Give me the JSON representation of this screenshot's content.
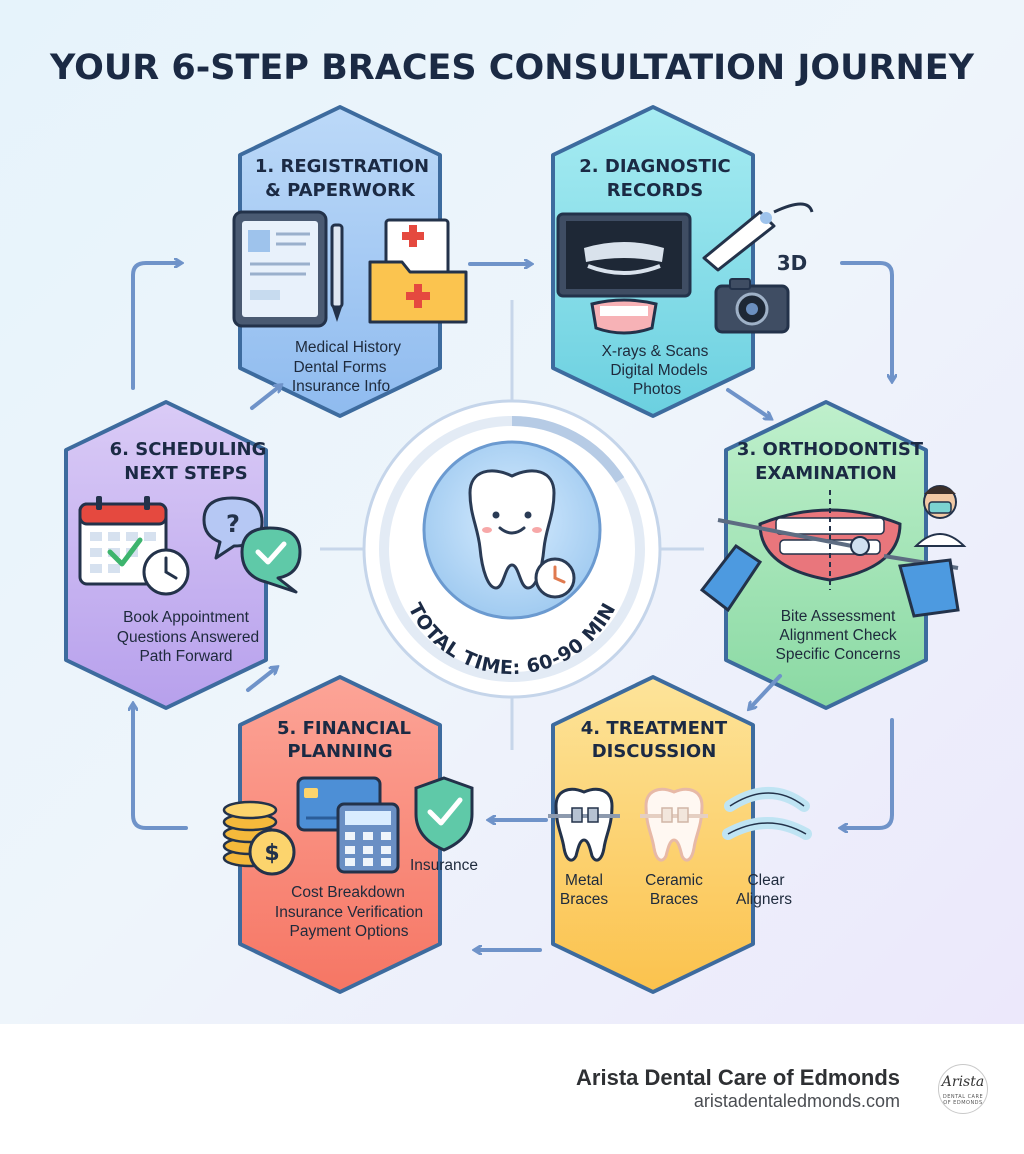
{
  "title": "YOUR 6-STEP BRACES CONSULTATION JOURNEY",
  "center": {
    "total_time": "TOTAL TIME: 60-90 MIN"
  },
  "steps": [
    {
      "title_lines": [
        "1. REGISTRATION",
        "& PAPERWORK"
      ],
      "items": [
        "Medical History",
        "Dental Forms",
        "Insurance Info"
      ],
      "color": "#a9cdf4"
    },
    {
      "title_lines": [
        "2. DIAGNOSTIC",
        "RECORDS"
      ],
      "items": [
        "X-rays & Scans",
        "Digital Models",
        "Photos"
      ],
      "icon_label": "3D",
      "color": "#8fe0ea"
    },
    {
      "title_lines": [
        "3. ORTHODONTIST",
        "EXAMINATION"
      ],
      "items": [
        "Bite Assessment",
        "Alignment Check",
        "Specific Concerns"
      ],
      "color": "#a3e3b6"
    },
    {
      "title_lines": [
        "4. TREATMENT",
        "DISCUSSION"
      ],
      "options": [
        [
          "Metal",
          "Braces"
        ],
        [
          "Ceramic",
          "Braces"
        ],
        [
          "Clear",
          "Aligners"
        ]
      ],
      "color": "#fcd46d"
    },
    {
      "title_lines": [
        "5. FINANCIAL",
        "PLANNING"
      ],
      "items": [
        "Cost Breakdown",
        "Insurance Verification",
        "Payment Options"
      ],
      "icon_label": "Insurance",
      "color": "#fa8f80"
    },
    {
      "title_lines": [
        "6. SCHEDULING",
        "NEXT STEPS"
      ],
      "items": [
        "Book Appointment",
        "Questions Answered",
        "Path Forward"
      ],
      "color": "#c9b6ef"
    }
  ],
  "footer": {
    "brand": "Arista Dental Care of Edmonds",
    "url": "aristadentaledmonds.com",
    "logo_script": "Arista",
    "logo_sub": "DENTAL CARE OF EDMONDS"
  },
  "colors": {
    "title": "#1b2a44",
    "arrow": "#6f93c9",
    "hex_stroke": "#3d6b9e"
  }
}
